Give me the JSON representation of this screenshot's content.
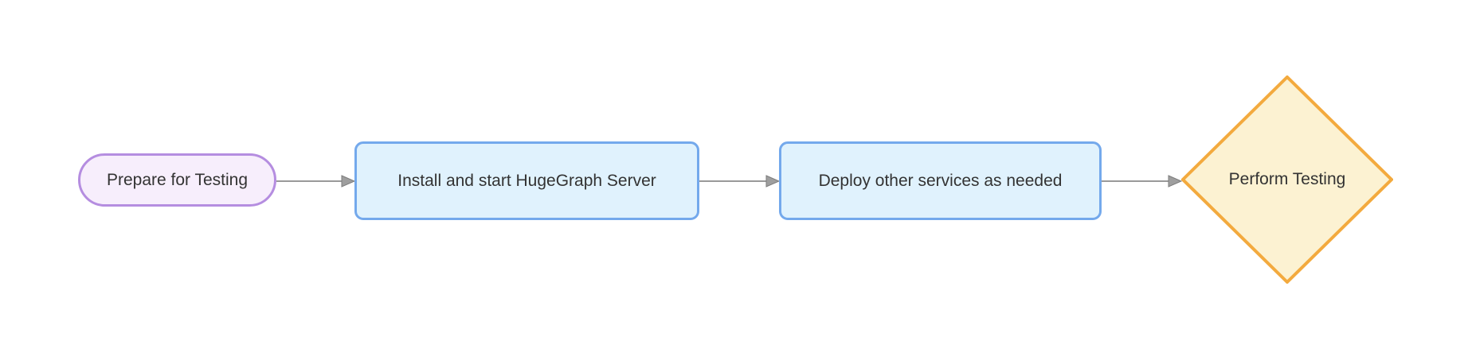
{
  "diagram": {
    "type": "flowchart",
    "direction": "left-to-right",
    "background_color": "#ffffff",
    "edge_color": "#999999",
    "text_color": "#333333",
    "nodes": [
      {
        "id": "prepare",
        "shape": "stadium",
        "label": "Prepare for Testing",
        "fill": "#f7eefc",
        "border": "#b58de0"
      },
      {
        "id": "install",
        "shape": "rectangle",
        "label": "Install and start HugeGraph Server",
        "fill": "#e0f2fd",
        "border": "#74a9ec"
      },
      {
        "id": "deploy",
        "shape": "rectangle",
        "label": "Deploy other services as needed",
        "fill": "#e0f2fd",
        "border": "#74a9ec"
      },
      {
        "id": "perform",
        "shape": "diamond",
        "label": "Perform Testing",
        "fill": "#fcf2d2",
        "border": "#f3aa3e"
      }
    ],
    "edges": [
      {
        "from": "prepare",
        "to": "install"
      },
      {
        "from": "install",
        "to": "deploy"
      },
      {
        "from": "deploy",
        "to": "perform"
      }
    ]
  }
}
